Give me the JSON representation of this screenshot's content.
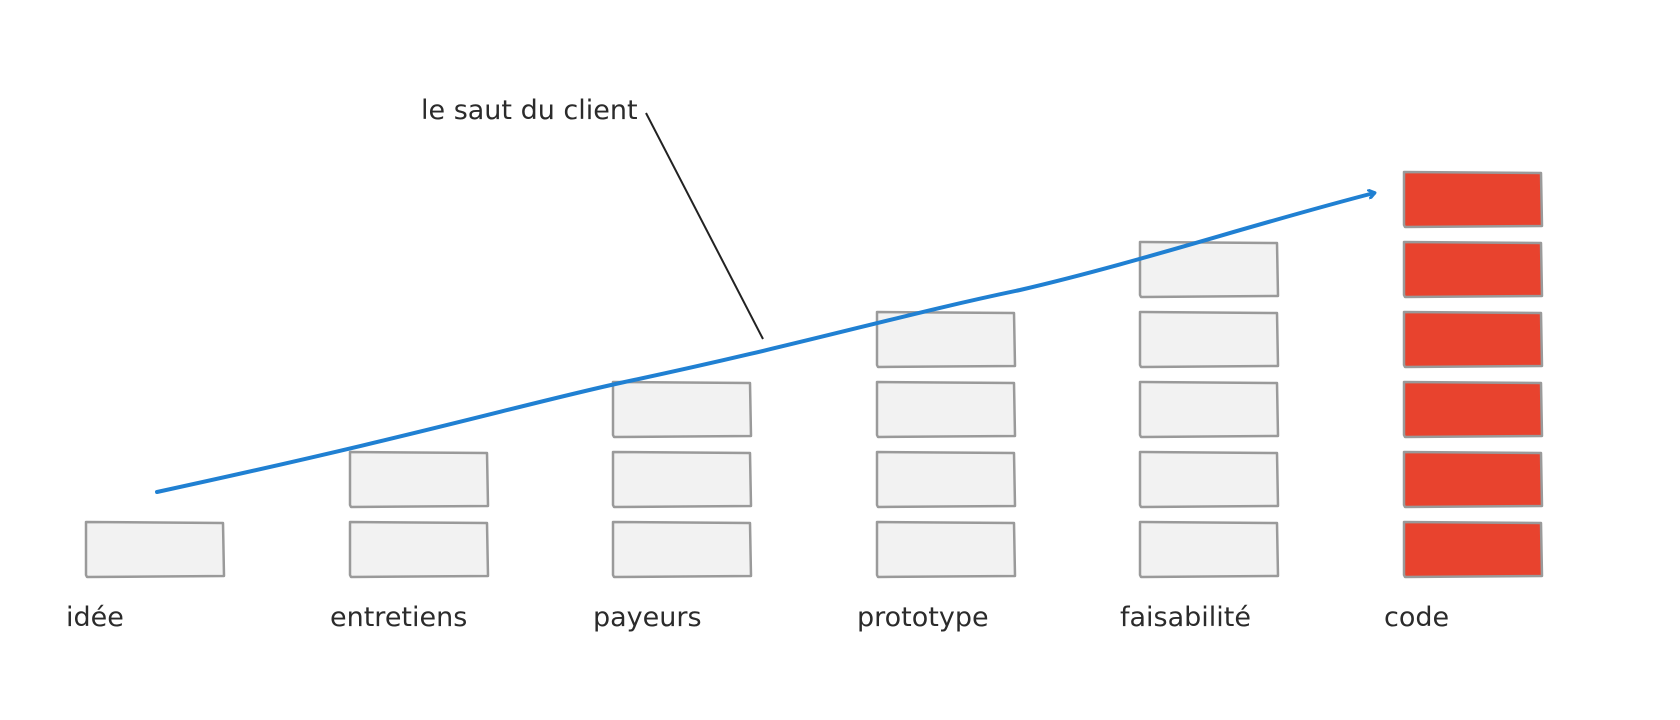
{
  "diagram": {
    "annotation": "le saut du client",
    "columns": [
      {
        "label": "idée",
        "blocks": 1,
        "highlight": false
      },
      {
        "label": "entretiens",
        "blocks": 2,
        "highlight": false
      },
      {
        "label": "payeurs",
        "blocks": 3,
        "highlight": false
      },
      {
        "label": "prototype",
        "blocks": 4,
        "highlight": false
      },
      {
        "label": "faisabilité",
        "blocks": 5,
        "highlight": false
      },
      {
        "label": "code",
        "blocks": 6,
        "highlight": true
      }
    ]
  },
  "colors": {
    "block_fill": "#f2f2f2",
    "block_stroke": "#9a9a9a",
    "highlight_fill": "#e8432e",
    "arrow": "#2080d2",
    "leader_line": "#222222",
    "text": "#2b2b2b"
  }
}
